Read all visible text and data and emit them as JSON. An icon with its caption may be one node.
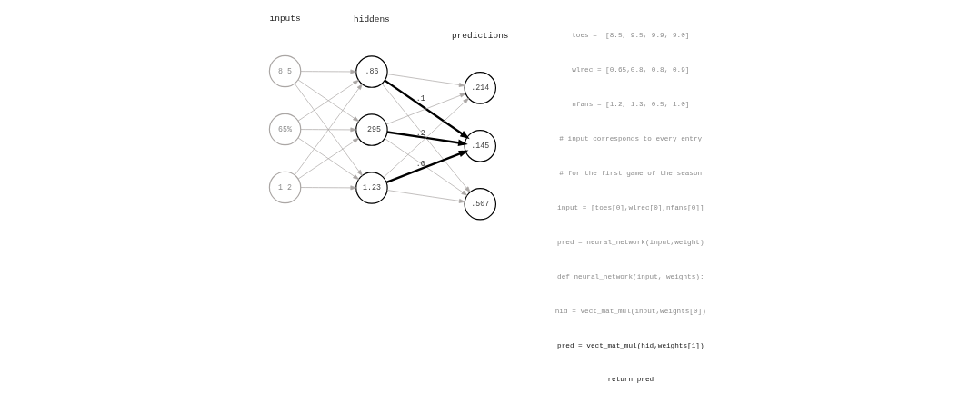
{
  "diagram": {
    "nodes": [
      {
        "text": [
          "8.5"
        ]
      },
      {
        "text": [
          "65%"
        ]
      },
      {
        "text": [
          "1.2"
        ]
      },
      {
        "text": [
          ".86"
        ]
      },
      {
        "text": [
          ".295"
        ]
      },
      {
        "text": [
          "1.23"
        ]
      },
      {
        "text": [
          ".214"
        ]
      },
      {
        "text": [
          ".145"
        ]
      },
      {
        "text": [
          ".507"
        ]
      }
    ],
    "edges": [
      {
        "from": 0,
        "to": 3,
        "arrow": "to"
      },
      {
        "from": 0,
        "to": 4,
        "arrow": "to"
      },
      {
        "from": 0,
        "to": 5,
        "arrow": "to"
      },
      {
        "from": 1,
        "to": 3,
        "arrow": "to"
      },
      {
        "from": 1,
        "to": 4,
        "arrow": "to"
      },
      {
        "from": 1,
        "to": 5,
        "arrow": "to"
      },
      {
        "from": 2,
        "to": 3,
        "arrow": "to"
      },
      {
        "from": 2,
        "to": 4,
        "arrow": "to"
      },
      {
        "from": 2,
        "to": 5,
        "arrow": "to"
      },
      {
        "from": 3,
        "to": 6,
        "arrow": "to"
      },
      {
        "from": 3,
        "to": 7,
        "arrow": "to",
        "label": ".1",
        "style": "thick",
        "color": "#000000"
      },
      {
        "from": 3,
        "to": 8,
        "arrow": "to"
      },
      {
        "from": 4,
        "to": 6,
        "arrow": "to"
      },
      {
        "from": 4,
        "to": 7,
        "arrow": "to",
        "label": ".2",
        "style": "thick",
        "color": "#000000"
      },
      {
        "from": 4,
        "to": 8,
        "arrow": "to"
      },
      {
        "from": 5,
        "to": 6,
        "arrow": "to"
      },
      {
        "from": 5,
        "to": 7,
        "arrow": "to",
        "label": ".0",
        "style": "thick",
        "color": "#000000"
      },
      {
        "from": 5,
        "to": 8,
        "arrow": "to"
      }
    ],
    "labels": [
      "inputs",
      "hiddens",
      "predictions",
      "toes =  [8.5, 9.5, 9.9, 9.0]",
      "wlrec = [0.65,0.8, 0.8, 0.9]",
      "nfans = [1.2, 1.3, 0.5, 1.0]",
      "# input corresponds to every entry",
      "# for the first game of the season",
      "input = [toes[0],wlrec[0],nfans[0]]",
      "pred = neural_network(input,weight)",
      "def neural_network(input, weights):",
      "hid = vect_mat_mul(input,weights[0])",
      "pred = vect_mat_mul(hid,weights[1])",
      "return pred"
    ]
  }
}
